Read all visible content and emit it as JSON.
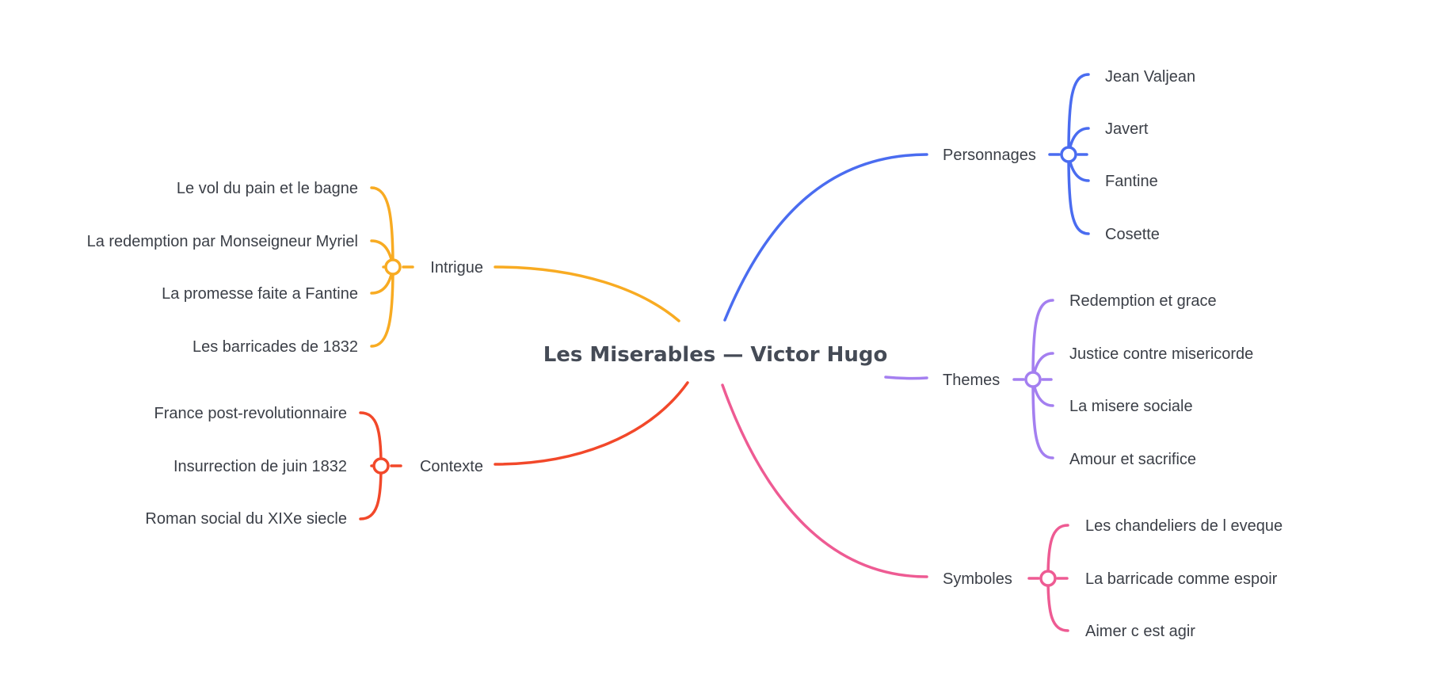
{
  "central_topic": "Les Miserables — Victor Hugo",
  "branches": {
    "personnages": {
      "label": "Personnages",
      "color": "#4a6cf0",
      "children": [
        "Jean Valjean",
        "Javert",
        "Fantine",
        "Cosette"
      ]
    },
    "themes": {
      "label": "Themes",
      "color": "#a47ff0",
      "children": [
        "Redemption et grace",
        "Justice contre misericorde",
        "La misere sociale",
        "Amour et sacrifice"
      ]
    },
    "symboles": {
      "label": "Symboles",
      "color": "#ee5b93",
      "children": [
        "Les chandeliers de l eveque",
        "La barricade comme espoir",
        "Aimer c est agir"
      ]
    },
    "intrigue": {
      "label": "Intrigue",
      "color": "#f8ab22",
      "children": [
        "Le vol du pain et le bagne",
        "La redemption par Monseigneur Myriel",
        "La promesse faite a Fantine",
        "Les barricades de 1832"
      ]
    },
    "contexte": {
      "label": "Contexte",
      "color": "#f2482a",
      "children": [
        "France post-revolutionnaire",
        "Insurrection de juin 1832",
        "Roman social du XIXe siecle"
      ]
    }
  }
}
